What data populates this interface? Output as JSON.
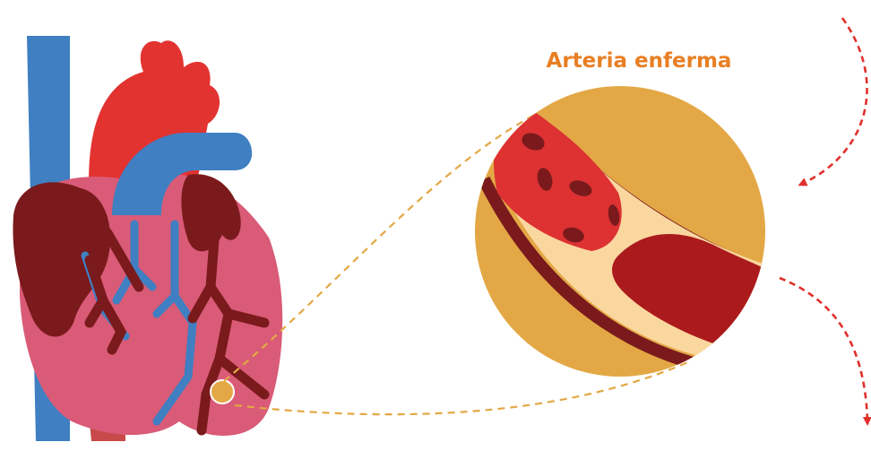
{
  "diagram": {
    "callout_label": "Arteria enferma",
    "colors": {
      "label": "#e87f24",
      "vein_blue": "#3f7fc2",
      "aorta_red": "#e23331",
      "heart_pink": "#d95b77",
      "atrium_dark": "#7a1a1c",
      "circle_gold": "#e3a845",
      "artery_wall": "#7a1a1c",
      "artery_lumen": "#fbd7a0",
      "blood": "#dd3132",
      "plaque": "#ab1a1c",
      "arrow_red": "#e0302c",
      "dashed_line": "#e3a845"
    },
    "icons": {
      "heart": "heart-illustration",
      "artery": "diseased-artery-cross-section",
      "arrow_top": "curved-dashed-arrow-down-left",
      "arrow_bottom": "curved-dashed-arrow-down-right"
    }
  }
}
